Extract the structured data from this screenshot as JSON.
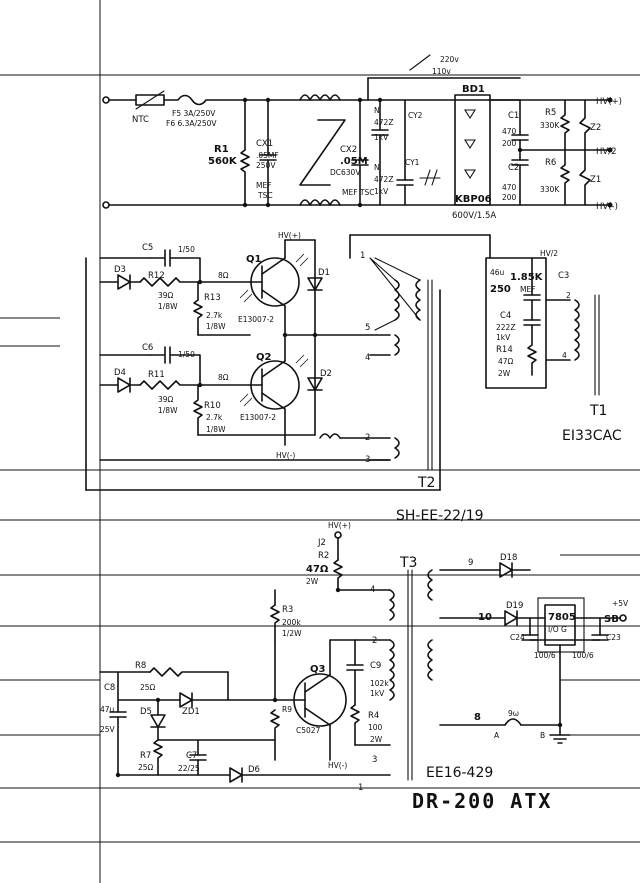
{
  "input": {
    "v220": "220v",
    "v110": "110v"
  },
  "fuse": {
    "ntc": "NTC",
    "f5": "F5 3A/250V",
    "f6": "F6 6.3A/250V"
  },
  "bridge": {
    "name": "BD1",
    "part": "KBP06",
    "rating": "600V/1.5A"
  },
  "rails": {
    "hv_plus": "HV(+)",
    "hv_half": "HV/2",
    "hv_minus": "HV(-)"
  },
  "input_filter": {
    "r1": "R1",
    "r1_val": "560K",
    "cx1": "CX1",
    "cx1_val": ".05MF",
    "cx1_v": "250V",
    "cx1_type": "MEF",
    "cx1_note": "TSC",
    "cx2": "CX2",
    "cx2_val": ".05M",
    "cx2_v": "DC630V",
    "cx2_note": "MEF TSC",
    "n_a": "N",
    "cap_a_val": "472Z",
    "cap_a_v": "1kV",
    "cy2": "CY2",
    "n_b": "N",
    "cap_b_val": "472Z",
    "cap_b_v": "1kV",
    "cy1": "CY1"
  },
  "bulk": {
    "c1": "C1",
    "c1_val": "470",
    "c1_v": "200",
    "c2": "C2",
    "c2_val": "470",
    "c2_v": "200",
    "r5": "R5",
    "r5_val": "330K",
    "r6": "R6",
    "r6_val": "330K",
    "z2": "Z2",
    "z1": "Z1"
  },
  "half_bridge": {
    "c5": "C5",
    "c5_val": "1/50",
    "d3": "D3",
    "r12": "R12",
    "r12_val": "39Ω",
    "r12_w": "1/8W",
    "r13": "R13",
    "r13_val": "2.7k",
    "r13_w": "1/8W",
    "r_a": "8Ω",
    "q1": "Q1",
    "q1_part": "E13007-2",
    "d1": "D1",
    "c6": "C6",
    "c6_val": "1/50",
    "d4": "D4",
    "r11": "R11",
    "r11_val": "39Ω",
    "r11_w": "1/8W",
    "r10": "R10",
    "r10_val": "2.7k",
    "r10_w": "1/8W",
    "r_b": "8Ω",
    "q2": "Q2",
    "q2_part": "E13007-2",
    "d2": "D2"
  },
  "t1_block": {
    "c3": "C3",
    "c3_val": "1.85K",
    "c3_v": "250",
    "c3_type": "MEF",
    "c3_pre": "46u",
    "c4": "C4",
    "c4_val": "222Z",
    "c4_v": "1kV",
    "r14": "R14",
    "r14_val": "47Ω",
    "r14_w": "2W",
    "t1": "T1",
    "t1_core": "EI33CAC",
    "pin2": "2",
    "pin4": "4"
  },
  "t2": {
    "name": "T2",
    "core": "SH-EE-22/19",
    "p1": "1",
    "p5": "5",
    "p4": "4",
    "p2": "2",
    "p3": "3"
  },
  "aux": {
    "j2": "J2",
    "r2": "R2",
    "r2_val": "47Ω",
    "r2_w": "2W",
    "t3": "T3",
    "r3": "R3",
    "r3_val": "200k",
    "r3_w": "1/2W",
    "r8": "R8",
    "r8_val": "25Ω",
    "c8": "C8",
    "c8_val": "47u",
    "c8_v": "25V",
    "d5": "D5",
    "zd1": "ZD1",
    "r9": "R9",
    "q3": "Q3",
    "q3_part": "C5027",
    "c9": "C9",
    "c9_val": "102k",
    "c9_v": "1kV",
    "r4": "R4",
    "r4_val": "100",
    "r4_w": "2W",
    "r7": "R7",
    "r7_val": "25Ω",
    "c7": "C7",
    "c7_val": "22/25",
    "d6": "D6",
    "t3_core": "EE16-429",
    "p4": "4",
    "p2": "2",
    "p3": "3",
    "p1": "1"
  },
  "secondary": {
    "p9": "9",
    "d18": "D18",
    "p10": "10",
    "d19": "D19",
    "ic": "7805",
    "ic_pins": "I/O G",
    "c24": "C24",
    "c24_val": "100/6",
    "c23": "C23",
    "c23_val": "100/6",
    "out_v": "+5V",
    "sb": "SB",
    "p8": "8",
    "j_label": "9ω",
    "j_a": "A",
    "j_b": "B"
  },
  "hv_small": {
    "a": "HV(+)",
    "b": "HV(-)",
    "c": "HV/2",
    "d": "HV(+)",
    "e": "HV(-)"
  },
  "model": "DR-200 ATX"
}
